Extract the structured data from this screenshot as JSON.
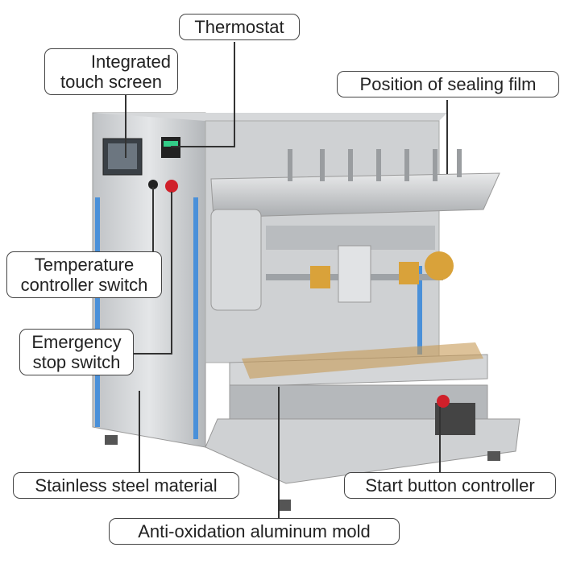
{
  "labels": {
    "thermostat": "Thermostat",
    "touch_screen_line1": "Integrated",
    "touch_screen_line2": "touch screen",
    "sealing_film": "Position of sealing film",
    "temp_switch_line1": "Temperature",
    "temp_switch_line2": "controller switch",
    "emergency_line1": "Emergency",
    "emergency_line2": "stop switch",
    "stainless": "Stainless steel material",
    "start_button": "Start button controller",
    "mold": "Anti-oxidation aluminum mold"
  },
  "colors": {
    "steel": "#c9cbcd",
    "accent_blue": "#4a90d9",
    "brass": "#d9a23a",
    "stop_red": "#d0202a"
  }
}
